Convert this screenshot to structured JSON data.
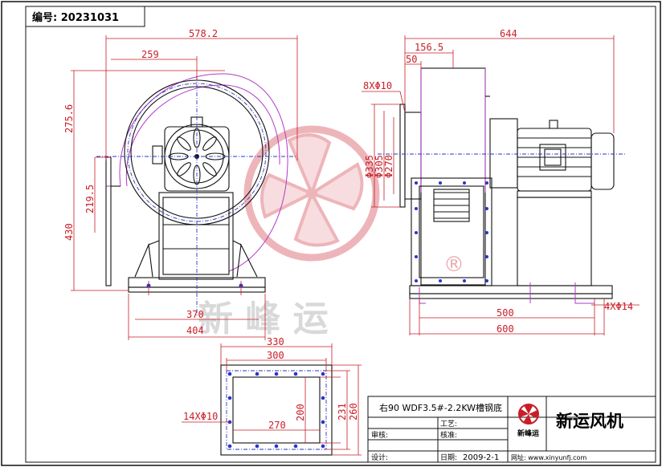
{
  "header": {
    "serial": "编号: 20231031"
  },
  "dimensions": {
    "front_width": "578.2",
    "front_outlet_offset": "259",
    "front_outlet_height": "275.6",
    "front_outlet_lower": "219.5",
    "front_height": "430",
    "front_base_inner": "370",
    "front_base_outer": "404",
    "side_width": "644",
    "side_outlet_offset": "156.5",
    "side_flange_depth": "50",
    "inlet_holes": "8XΦ10",
    "inlet_d1": "Φ335",
    "inlet_d2": "Φ305",
    "inlet_d3": "Φ270",
    "side_base_inner": "500",
    "side_base_outer": "600",
    "base_holes": "4XΦ14",
    "flange_w_outer": "330",
    "flange_w_mid": "300",
    "flange_w_inner": "270",
    "flange_holes": "14XΦ10",
    "flange_h_inner": "200",
    "flange_h_mid": "231",
    "flange_h_outer": "260"
  },
  "title_block": {
    "model": "右90 WDF3.5#-2.2KW槽钢底",
    "process": "工艺:",
    "check": "审核:",
    "verify": "核准:",
    "design": "设计:",
    "date_label": "日期:",
    "date": "2009-2-1",
    "company": "新运风机",
    "logo_text": "新峰运",
    "website": "网址: www.xinyunfj.com"
  },
  "watermark": {
    "text": "新 峰 运",
    "registered": "®"
  },
  "colors": {
    "dimension": "#c81e28",
    "outline": "#111111",
    "volute": "#b23ac9",
    "centerline": "#2a34c8",
    "watermark": "#e9a9ad"
  }
}
